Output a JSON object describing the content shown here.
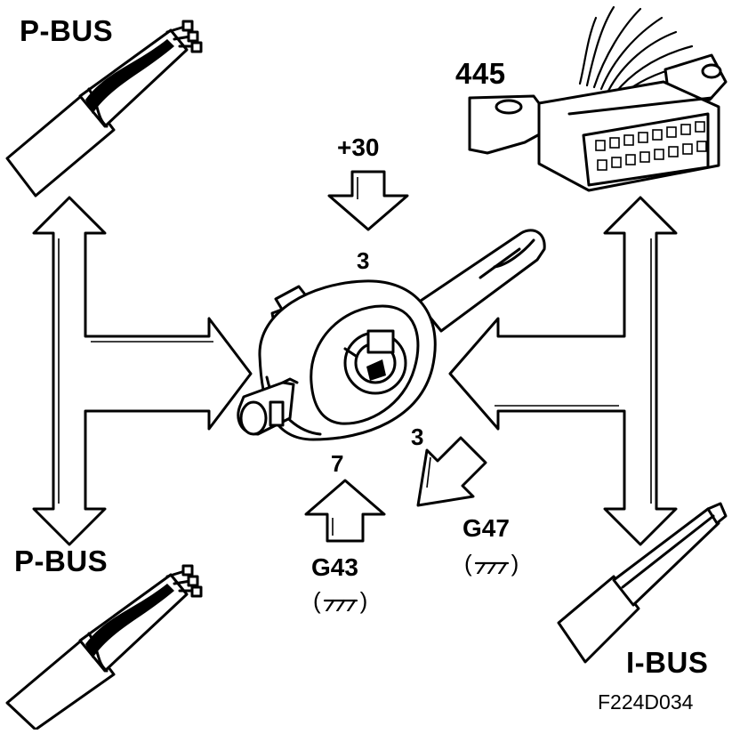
{
  "labels": {
    "pbus_top": "P-BUS",
    "pbus_bottom": "P-BUS",
    "ibus": "I-BUS",
    "connector_number": "445",
    "supply": "+30",
    "pin_top": "3",
    "pin_ground_left": "7",
    "pin_ground_right": "3",
    "ground_left": "G43",
    "ground_right": "G47",
    "figure_code": "F224D034"
  },
  "icons": {
    "cable_top_left": "four-wire-cable-icon",
    "cable_bottom_left": "four-wire-cable-icon",
    "cable_bottom_right": "single-wire-cable-icon",
    "diagnostic_connector": "diagnostic-socket-icon",
    "steering_column_switch": "steering-column-switch-icon",
    "ground_symbol": "ground-icon"
  },
  "colors": {
    "ink": "#000000",
    "paper": "#ffffff"
  }
}
